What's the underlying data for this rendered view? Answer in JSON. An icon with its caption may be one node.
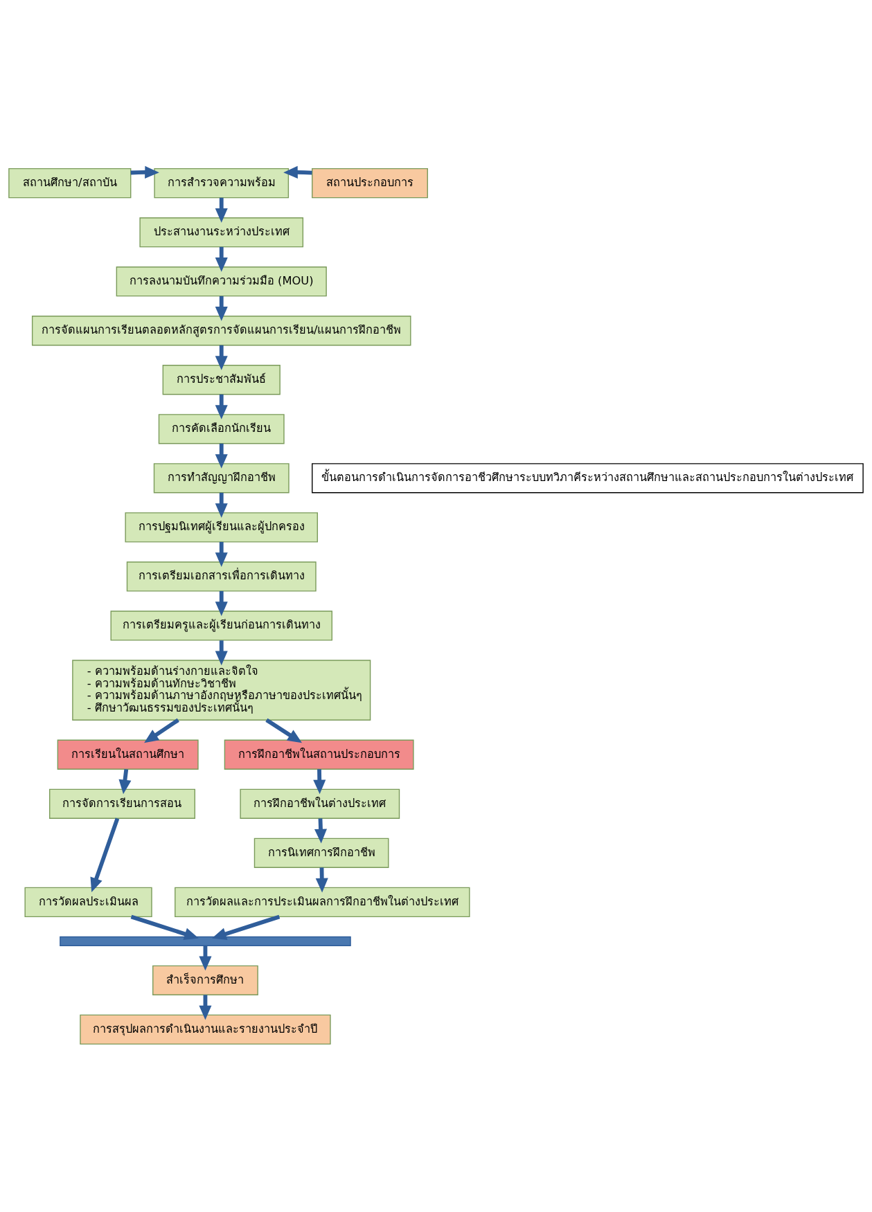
{
  "diagram": {
    "nodes": [
      {
        "text": [
          "สถานศึกษา/สถาบัน"
        ]
      },
      {
        "text": [
          "การสำรวจความพร้อม"
        ]
      },
      {
        "text": [
          "สถานประกอบการ"
        ]
      },
      {
        "text": [
          "ประสานงานระหว่างประเทศ"
        ]
      },
      {
        "text": [
          "การลงนามบันทึกความร่วมมือ (MOU)"
        ]
      },
      {
        "text": [
          "การจัดแผนการเรียนตลอดหลักสูตรการจัดแผนการเรียน/แผนการฝึกอาชีพ"
        ]
      },
      {
        "text": [
          "การประชาสัมพันธ์"
        ]
      },
      {
        "text": [
          "การคัดเลือกนักเรียน"
        ]
      },
      {
        "text": [
          "การทำสัญญาฝึกอาชีพ"
        ]
      },
      {
        "text": [
          "การปฐมนิเทศผู้เรียนและผู้ปกครอง"
        ]
      },
      {
        "text": [
          "การเตรียมเอกสารเพื่อการเดินทาง"
        ]
      },
      {
        "text": [
          "การเตรียมครูและผู้เรียนก่อนการเดินทาง"
        ]
      },
      {
        "text": [
          "- ความพร้อมด้านร่างกายและจิตใจ",
          "- ความพร้อมด้านทักษะวิชาชีพ",
          "- ความพร้อมด้านภาษาอังกฤษหรือภาษาของประเทศนั้นๆ",
          "- ศึกษาวัฒนธรรมของประเทศนั้นๆ"
        ]
      },
      {
        "text": [
          "การเรียนในสถานศึกษา"
        ]
      },
      {
        "text": [
          "การฝึกอาชีพในสถานประกอบการ"
        ]
      },
      {
        "text": [
          "การจัดการเรียนการสอน"
        ]
      },
      {
        "text": [
          "การฝึกอาชีพในต่างประเทศ"
        ]
      },
      {
        "text": [
          "การวัดผลประเมินผล"
        ]
      },
      {
        "text": [
          "การนิเทศการฝึกอาชีพ"
        ]
      },
      {
        "text": [
          "การวัดผลและการประเมินผลการฝึกอาชีพในต่างประเทศ"
        ]
      },
      {
        "text": [],
        "shape": "bar"
      },
      {
        "text": [
          "สำเร็จการศึกษา"
        ]
      },
      {
        "text": [
          "การสรุปผลการดำเนินงานและรายงานประจำปี"
        ]
      },
      {
        "text": [
          "ขั้นตอนการดำเนินการจัดการอาชีวศึกษาระบบทวิภาคีระหว่างสถานศึกษาและสถานประกอบการในต่างประเทศ"
        ]
      }
    ],
    "edges": [
      {
        "from": 0,
        "to": 1,
        "arrow": "to"
      },
      {
        "from": 2,
        "to": 1,
        "arrow": "to"
      },
      {
        "from": 1,
        "to": 3,
        "arrow": "to"
      },
      {
        "from": 3,
        "to": 4,
        "arrow": "to"
      },
      {
        "from": 4,
        "to": 5,
        "arrow": "to"
      },
      {
        "from": 5,
        "to": 6,
        "arrow": "to"
      },
      {
        "from": 6,
        "to": 7,
        "arrow": "to"
      },
      {
        "from": 7,
        "to": 8,
        "arrow": "to"
      },
      {
        "from": 8,
        "to": 9,
        "arrow": "to"
      },
      {
        "from": 9,
        "to": 10,
        "arrow": "to"
      },
      {
        "from": 10,
        "to": 11,
        "arrow": "to"
      },
      {
        "from": 11,
        "to": 12,
        "arrow": "to"
      },
      {
        "from": 12,
        "to": 13,
        "arrow": "to"
      },
      {
        "from": 12,
        "to": 14,
        "arrow": "to"
      },
      {
        "from": 13,
        "to": 15,
        "arrow": "to"
      },
      {
        "from": 15,
        "to": 17,
        "arrow": "to"
      },
      {
        "from": 14,
        "to": 16,
        "arrow": "to"
      },
      {
        "from": 16,
        "to": 18,
        "arrow": "to"
      },
      {
        "from": 18,
        "to": 19,
        "arrow": "to"
      },
      {
        "from": 17,
        "to": 20,
        "arrow": "to"
      },
      {
        "from": 19,
        "to": 20,
        "arrow": "to"
      },
      {
        "from": 20,
        "to": 21,
        "arrow": "to"
      },
      {
        "from": 21,
        "to": 22,
        "arrow": "to"
      }
    ]
  }
}
